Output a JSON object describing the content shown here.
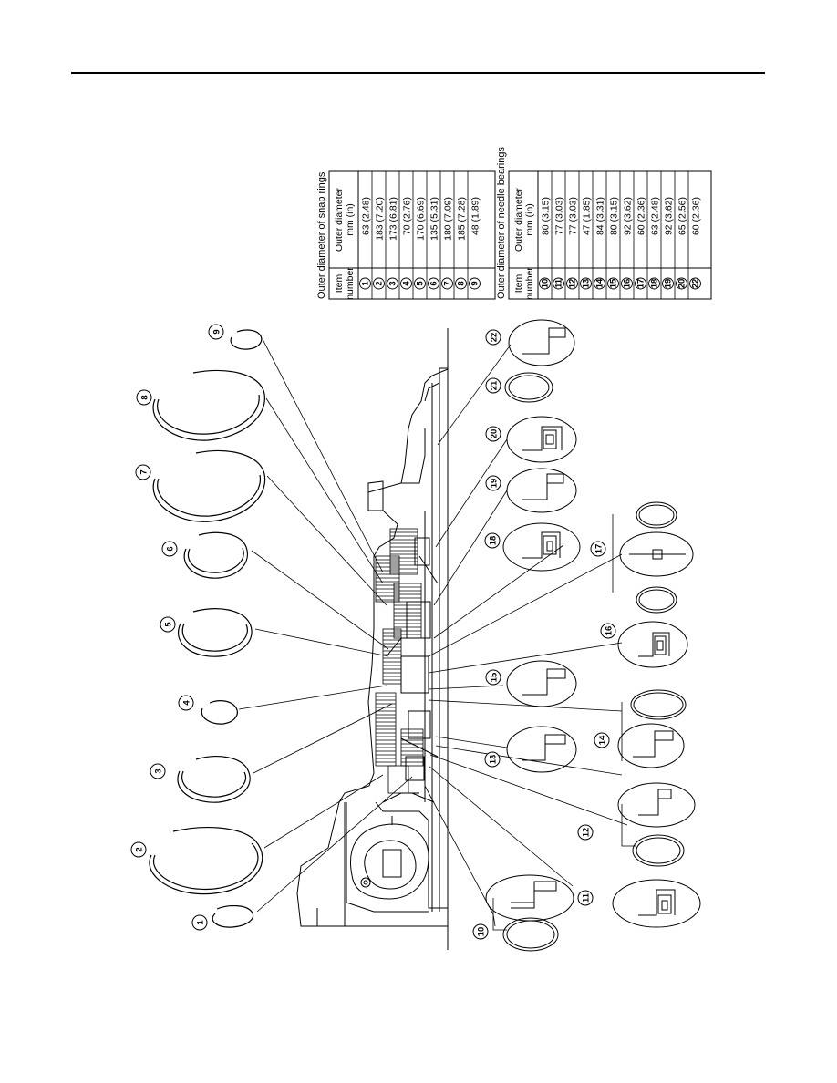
{
  "snap_rings": {
    "title": "Outer diameter of snap rings",
    "header_item": [
      "Item",
      "number"
    ],
    "header_od": [
      "Outer diameter",
      "mm (in)"
    ],
    "rows": [
      {
        "num": "1",
        "od": "63 (2.48)"
      },
      {
        "num": "2",
        "od": "183 (7.20)"
      },
      {
        "num": "3",
        "od": "173 (6.81)"
      },
      {
        "num": "4",
        "od": "70 (2.76)"
      },
      {
        "num": "5",
        "od": "170 (6.69)"
      },
      {
        "num": "6",
        "od": "135 (5.31)"
      },
      {
        "num": "7",
        "od": "180 (7.09)"
      },
      {
        "num": "8",
        "od": "185 (7.28)"
      },
      {
        "num": "9",
        "od": "48 (1.89)"
      }
    ]
  },
  "needle_bearings": {
    "title": "Outer diameter of needle bearings",
    "header_item": [
      "Item",
      "number"
    ],
    "header_od": [
      "Outer diameter",
      "mm (in)"
    ],
    "rows": [
      {
        "num": "10",
        "od": "80 (3.15)"
      },
      {
        "num": "11",
        "od": "77 (3.03)"
      },
      {
        "num": "12",
        "od": "77 (3.03)"
      },
      {
        "num": "13",
        "od": "47 (1.85)"
      },
      {
        "num": "14",
        "od": "84 (3.31)"
      },
      {
        "num": "15",
        "od": "80 (3.15)"
      },
      {
        "num": "16",
        "od": "92 (3.62)"
      },
      {
        "num": "17",
        "od": "60 (2.36)"
      },
      {
        "num": "18",
        "od": "63 (2.48)"
      },
      {
        "num": "19",
        "od": "92 (3.62)"
      },
      {
        "num": "20",
        "od": "65 (2.56)"
      },
      {
        "num": "22",
        "od": "60 (2.36)"
      }
    ]
  },
  "callouts": [
    "1",
    "2",
    "3",
    "4",
    "5",
    "6",
    "7",
    "8",
    "9",
    "10",
    "11",
    "12",
    "13",
    "14",
    "15",
    "16",
    "17",
    "18",
    "19",
    "20",
    "21",
    "22"
  ]
}
